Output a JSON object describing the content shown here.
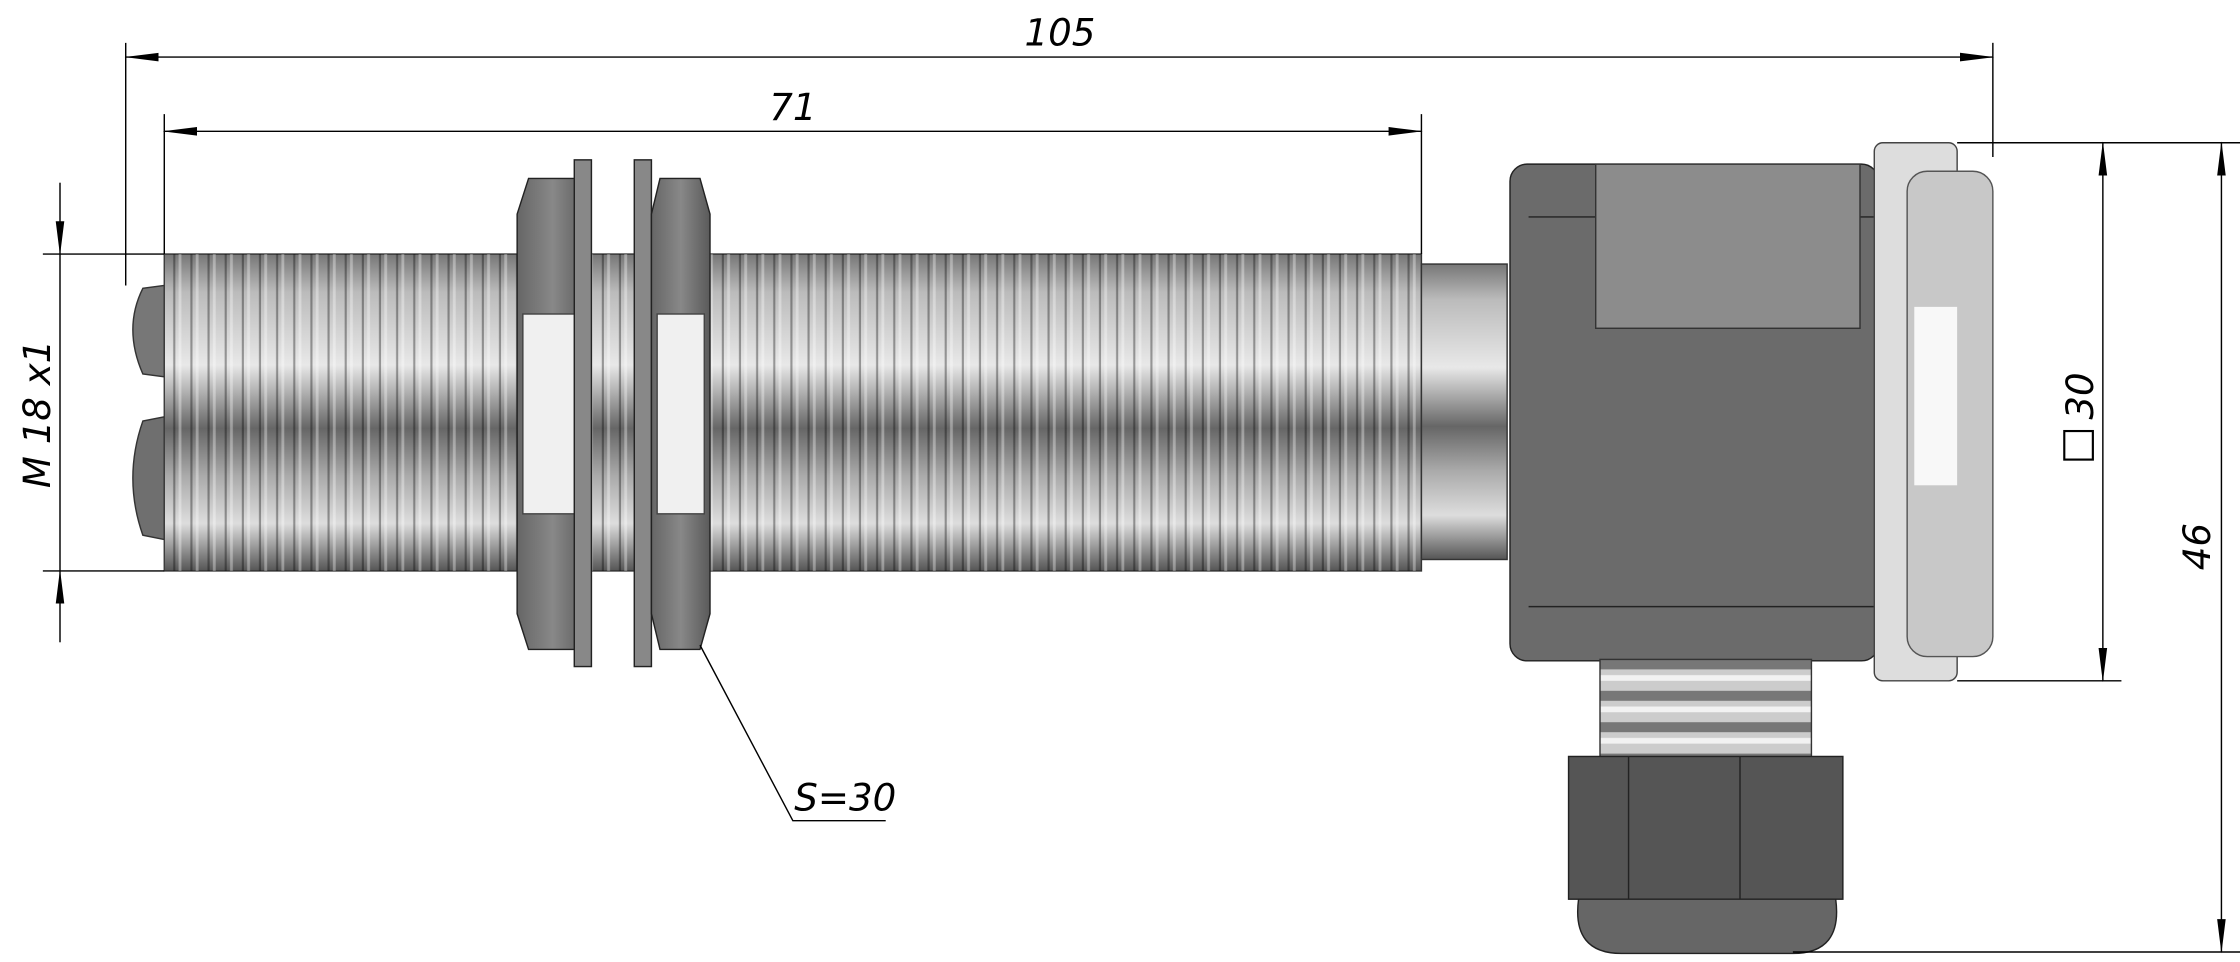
{
  "drawing": {
    "dimensions": {
      "overall_length": "105",
      "thread_length": "71",
      "thread_size": "M 18 x1",
      "housing_square": "30",
      "overall_height": "46",
      "nut_size": "S=30"
    },
    "colors": {
      "housing": "#6b6b6b",
      "label": "#8c8c8c",
      "thread_light": "#e6e6e6",
      "thread_dark": "#5a5a5a"
    }
  }
}
